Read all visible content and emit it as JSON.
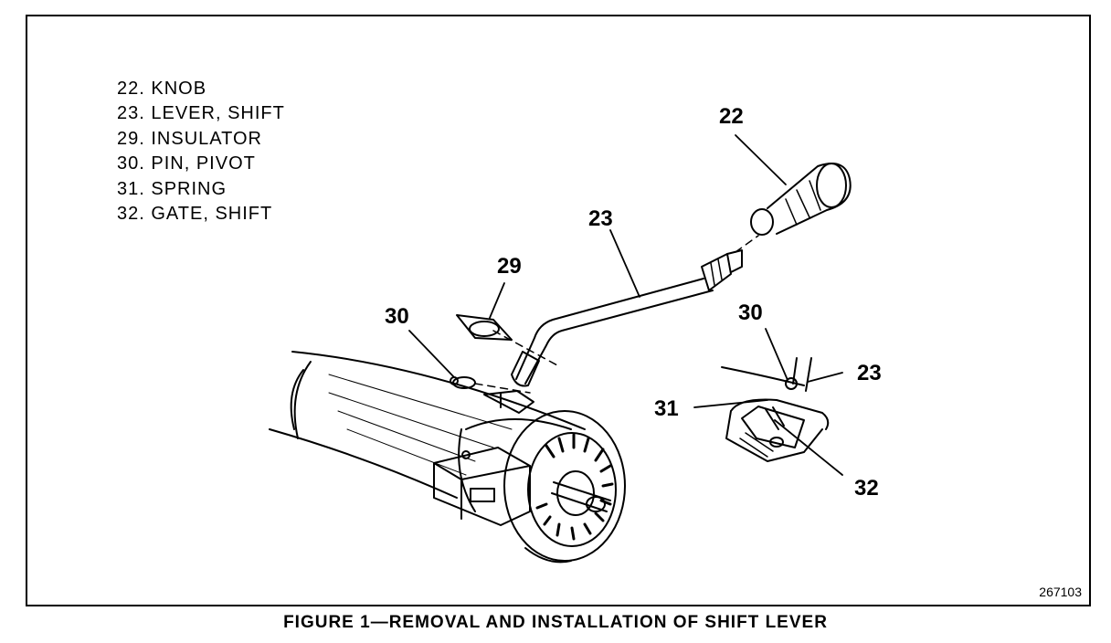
{
  "legend": [
    {
      "num": "22.",
      "label": "KNOB"
    },
    {
      "num": "23.",
      "label": "LEVER, SHIFT"
    },
    {
      "num": "29.",
      "label": "INSULATOR"
    },
    {
      "num": "30.",
      "label": "PIN, PIVOT"
    },
    {
      "num": "31.",
      "label": "SPRING"
    },
    {
      "num": "32.",
      "label": "GATE, SHIFT"
    }
  ],
  "callouts": {
    "knob": "22",
    "lever": "23",
    "insulator": "29",
    "pivot_pin": "30",
    "detail_pivot_pin": "30",
    "detail_lever": "23",
    "detail_spring": "31",
    "detail_gate": "32"
  },
  "figure_id": "267103",
  "caption": "FIGURE 1—REMOVAL AND INSTALLATION OF SHIFT LEVER"
}
